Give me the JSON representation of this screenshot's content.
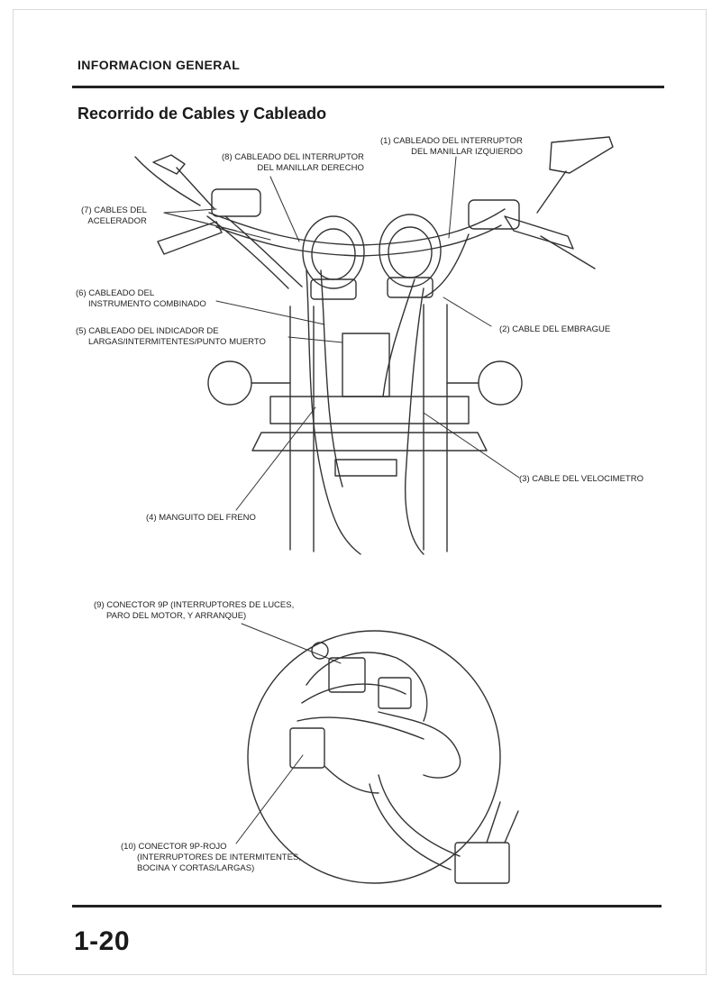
{
  "header": {
    "section": "INFORMACION GENERAL",
    "title": "Recorrido de Cables y Cableado"
  },
  "callouts": {
    "c1": [
      "(1) CABLEADO DEL INTERRUPTOR",
      "DEL MANILLAR IZQUIERDO"
    ],
    "c2": [
      "(2) CABLE DEL EMBRAGUE"
    ],
    "c3": [
      "(3) CABLE DEL VELOCIMETRO"
    ],
    "c4": [
      "(4) MANGUITO DEL FRENO"
    ],
    "c5": [
      "(5) CABLEADO DEL INDICADOR DE",
      "LARGAS/INTERMITENTES/PUNTO MUERTO"
    ],
    "c6": [
      "(6) CABLEADO DEL",
      "INSTRUMENTO COMBINADO"
    ],
    "c7": [
      "(7) CABLES DEL",
      "ACELERADOR"
    ],
    "c8": [
      "(8) CABLEADO DEL INTERRUPTOR",
      "DEL MANILLAR DERECHO"
    ],
    "c9": [
      "(9) CONECTOR 9P (INTERRUPTORES DE LUCES,",
      "PARO DEL MOTOR, Y ARRANQUE)"
    ],
    "c10": [
      "(10) CONECTOR 9P-ROJO",
      "(INTERRUPTORES DE INTERMITENTES,",
      "BOCINA Y CORTAS/LARGAS)"
    ]
  },
  "footer": {
    "page_number": "1-20"
  }
}
